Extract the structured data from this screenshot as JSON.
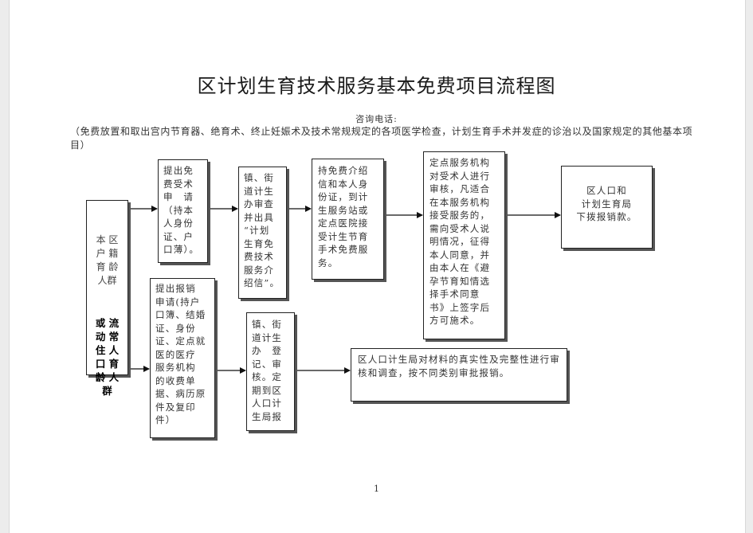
{
  "title": "区计划生育技术服务基本免费项目流程图",
  "consult": "咨询电话:",
  "note": "（免费放置和取出宫内节育器、绝育术、终止妊娠术及技术常规规定的各项医学检查，计划生育手术并发症的诊治以及国家规定的其他基本项目）",
  "boxes": {
    "source_top": "本 区\n户 籍\n育 龄\n人群",
    "source_bottom": "或 流\n动 常\n住 人\n口 育\n龄 人\n群",
    "apply": "提出免\n费受术\n申　请\n（持本\n人身份\n证、户\n口薄）。",
    "town_review": "镇、街\n道计生\n办审查\n并出具\n“计划\n生育免\n费技术\n服务介\n绍信”。",
    "hold_letter": "持免费介绍\n信和本人身\n份证，到计\n生服务站或\n定点医院接\n受计生节育\n手术免费服\n务。",
    "institution": "定点服务机构\n对受术人进行\n审核，凡适合\n在本服务机构\n接受服务的，\n需向受术人说\n明情况，征得\n本人同意，并\n由本人在《避\n孕节育知情选\n择手术同意\n书》上签字后\n方可施术。",
    "bureau_pay": "区人口和\n计划生育局\n下拨报销款。",
    "reimburse": "提出报销\n申请(持户\n口簿、结婚\n证、身份\n证、定点就\n医的医疗\n服务机构\n的收费单\n据、病历原\n件及复印\n件）",
    "town_register": "镇、街\n道计生\n办　登\n记、审\n核。定\n期到区\n人口计\n生局报",
    "bureau_verify": "区人口计生局对材料的真实性及完整性进行审核和调查，按不同类别审批报销。"
  },
  "page_number": "1"
}
